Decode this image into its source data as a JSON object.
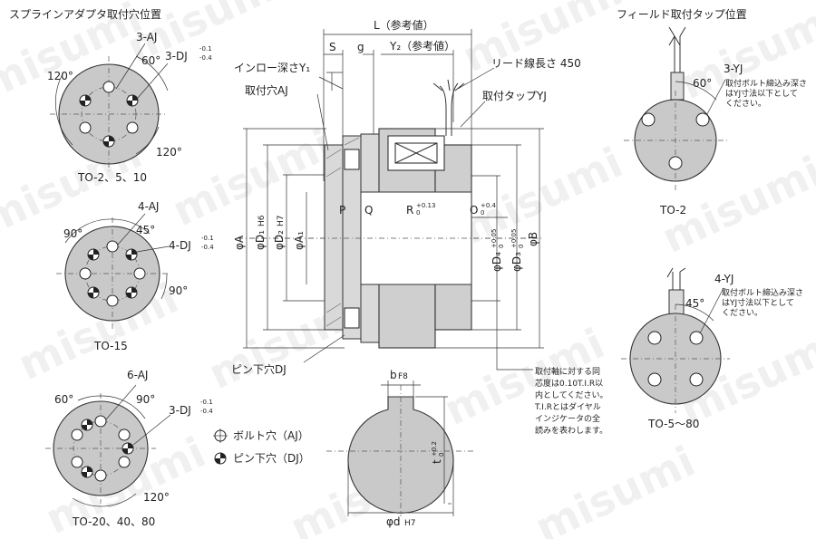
{
  "title_left": "スプラインアダプタ取付穴位置",
  "title_right": "フィールド取付タップ位置",
  "adapters": [
    {
      "caption": "TO-2、5、10",
      "aj": "3-AJ",
      "dj": "3-DJ",
      "tol_up": "-0.1",
      "tol_dn": "-0.4",
      "angle_a": "60°",
      "angle_b": "120°",
      "angle_c": "120°"
    },
    {
      "caption": "TO-15",
      "aj": "4-AJ",
      "dj": "4-DJ",
      "tol_up": "-0.1",
      "tol_dn": "-0.4",
      "angle_a": "45°",
      "angle_b": "90°",
      "angle_c": "90°"
    },
    {
      "caption": "TO-20、40、80",
      "aj": "6-AJ",
      "dj": "3-DJ",
      "tol_up": "-0.1",
      "tol_dn": "-0.4",
      "angle_a": "60°",
      "angle_b": "90°",
      "angle_c": "120°"
    }
  ],
  "legend": {
    "bolt": "ボルト穴（AJ）",
    "pin": "ピン下穴（DJ）"
  },
  "main": {
    "L": "L（参考値）",
    "S": "S",
    "g": "g",
    "Y2": "Y₂（参考値）",
    "inlow": "インロー深さY₁",
    "hole_aj": "取付穴AJ",
    "lead": "リード線長さ 450",
    "tap_yj": "取付タップYJ",
    "P": "P",
    "Q": "Q",
    "R": "R",
    "R_tol": "+0.13",
    "R_tol2": "0",
    "O": "O",
    "O_tol": "+0.4",
    "O_tol2": "0",
    "phiA": "φA",
    "phiD1": "φD₁",
    "phiD1_fit": "H6",
    "phiD2": "φD₂",
    "phiD2_fit": "H7",
    "phiA1": "φA₁",
    "phiD4": "φD₄",
    "phiD4_tol": "+0.05",
    "phiD4_tol2": "0",
    "phiD3": "φD₃",
    "phiD3_tol": "+0.05",
    "phiD3_tol2": "0",
    "phiB": "φB",
    "pin_dj": "ピン下穴DJ",
    "note_lines": [
      "取付軸に対する同",
      "芯度は0.10T.I.R以",
      "内としてください。",
      "T.I.Rとはダイヤル",
      "インジケータの全",
      "読みを表わします。"
    ]
  },
  "shaft": {
    "b": "b",
    "b_fit": "F8",
    "t": "t",
    "t_tol": "+0.2",
    "t_tol2": "0",
    "d": "φd",
    "d_fit": "H7"
  },
  "field": [
    {
      "caption": "TO-2",
      "yj": "3-YJ",
      "angle": "60°",
      "note": [
        "取付ボルト締込み深さ",
        "はYJ寸法以下として",
        "ください。"
      ]
    },
    {
      "caption": "TO-5～80",
      "yj": "4-YJ",
      "angle": "45°",
      "note": [
        "取付ボルト締込み深さ",
        "はYJ寸法以下として",
        "ください。"
      ]
    }
  ],
  "watermark": "misumi"
}
